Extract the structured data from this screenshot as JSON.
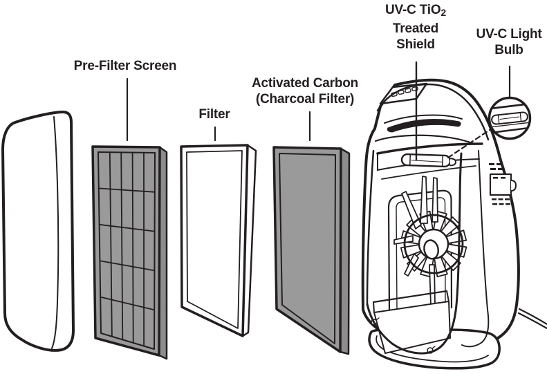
{
  "diagram": {
    "type": "exploded-parts-diagram",
    "subject": "air-purifier",
    "colors": {
      "background": "#ffffff",
      "line": "#231f20",
      "panel_gray": "#9a9a9a",
      "panel_gray_dark": "#8d8d8d"
    },
    "labels": {
      "pre_filter_screen": "Pre-Filter Screen",
      "filter": "Filter",
      "activated_carbon_line1": "Activated Carbon",
      "activated_carbon_line2": "(Charcoal Filter)",
      "uvc_shield_line1_main": "UV-C TiO",
      "uvc_shield_line1_sub": "2",
      "uvc_shield_line2": "Treated",
      "uvc_shield_line3": "Shield",
      "uvc_bulb_line1": "UV-C Light",
      "uvc_bulb_line2": "Bulb"
    },
    "parts": [
      {
        "id": "front-panel"
      },
      {
        "id": "pre-filter-screen"
      },
      {
        "id": "filter"
      },
      {
        "id": "activated-carbon-filter"
      },
      {
        "id": "uvc-tio2-treated-shield"
      },
      {
        "id": "uvc-light-bulb"
      },
      {
        "id": "main-unit-body"
      }
    ]
  }
}
